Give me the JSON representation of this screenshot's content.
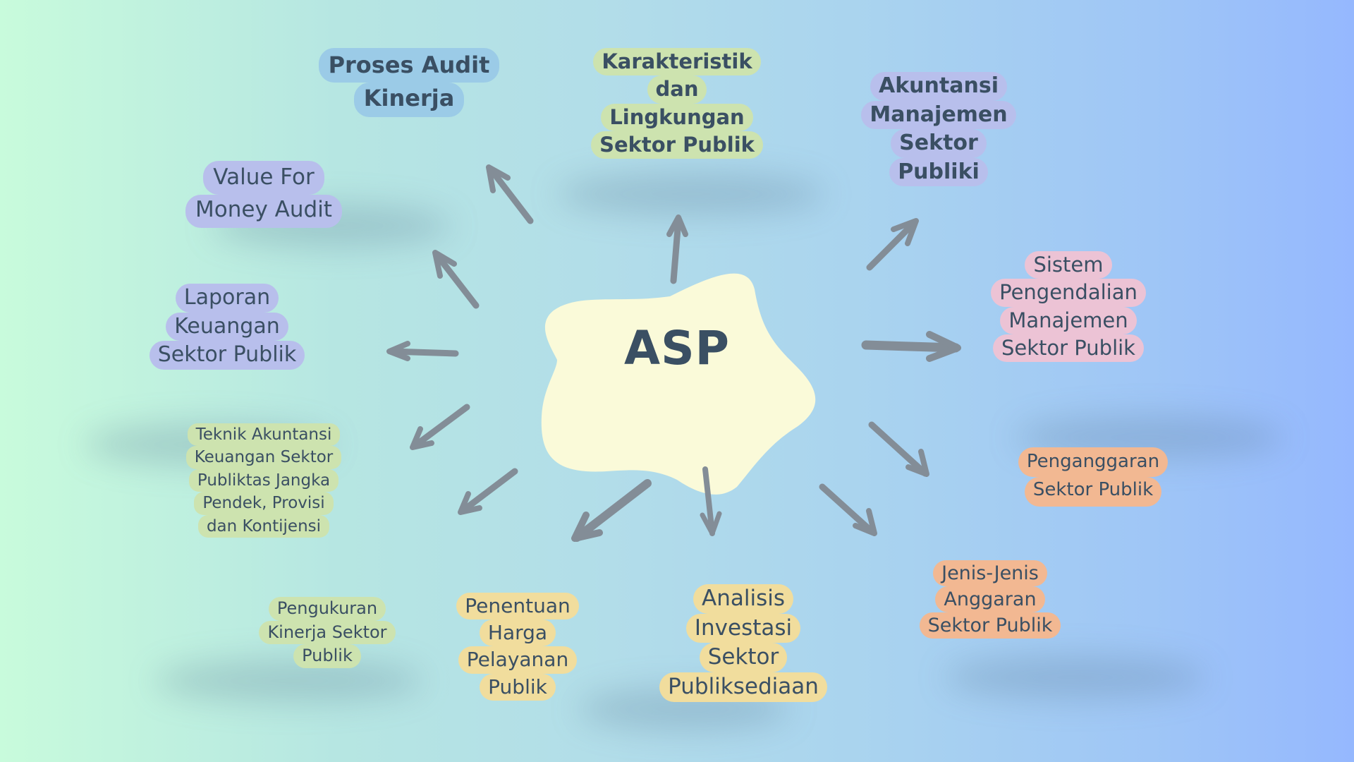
{
  "center": {
    "label": "ASP",
    "color": "#fafad9"
  },
  "colors": {
    "text": "#3a4f63",
    "arrow": "#838d97",
    "blue": "#9bcbe7",
    "green": "#cde3af",
    "lavender": "#b8bfec",
    "pink": "#ecc3d5",
    "peach": "#f2b892",
    "yellow": "#f1dd9d"
  },
  "nodes": {
    "proses_audit": {
      "lines": [
        "Proses Audit",
        "Kinerja"
      ]
    },
    "karakteristik": {
      "lines": [
        "Karakteristik",
        "dan",
        "Lingkungan",
        "Sektor Publik"
      ]
    },
    "akuntansi_manajemen": {
      "lines": [
        "Akuntansi",
        "Manajemen",
        "Sektor",
        "Publiki"
      ]
    },
    "value_for_money": {
      "lines": [
        "Value For",
        "Money Audit"
      ]
    },
    "laporan_keuangan": {
      "lines": [
        "Laporan",
        "Keuangan",
        "Sektor Publik"
      ]
    },
    "sistem_pengendalian": {
      "lines": [
        "Sistem",
        "Pengendalian",
        "Manajemen",
        "Sektor Publik"
      ]
    },
    "teknik_akuntansi": {
      "lines": [
        "Teknik Akuntansi",
        "Keuangan Sektor",
        "Publiktas Jangka",
        "Pendek, Provisi",
        "dan Kontijensi"
      ]
    },
    "penganggaran": {
      "lines": [
        "Penganggaran",
        "Sektor Publik"
      ]
    },
    "pengukuran_kinerja": {
      "lines": [
        "Pengukuran",
        "Kinerja Sektor",
        "Publik"
      ]
    },
    "penentuan_harga": {
      "lines": [
        "Penentuan",
        "Harga",
        "Pelayanan",
        "Publik"
      ]
    },
    "analisis_investasi": {
      "lines": [
        "Analisis",
        "Investasi",
        "Sektor",
        "Publiksediaan"
      ]
    },
    "jenis_anggaran": {
      "lines": [
        "Jenis-Jenis",
        "Anggaran",
        "Sektor Publik"
      ]
    }
  }
}
